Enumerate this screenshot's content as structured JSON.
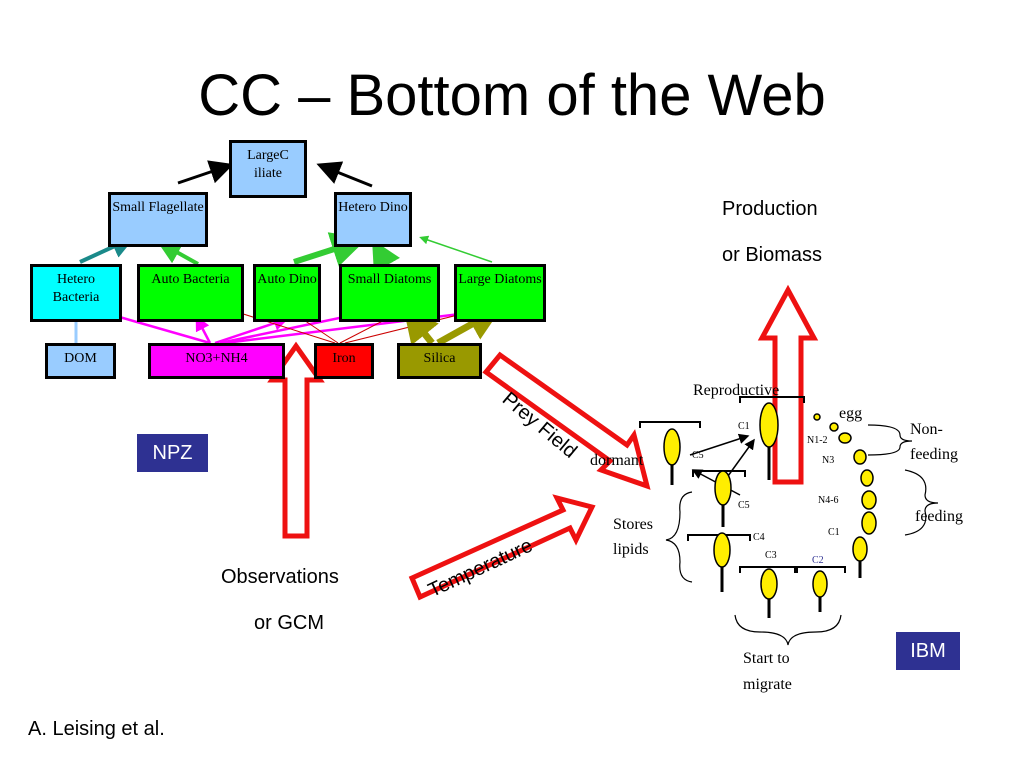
{
  "title": "CC – Bottom of the Web",
  "colors": {
    "light_blue": "#99ccff",
    "cyan": "#00ffff",
    "green": "#00ff00",
    "magenta": "#ff00ff",
    "red": "#ff0000",
    "olive": "#999900",
    "badge": "#2e3192"
  },
  "boxes": {
    "large_ciliate": "LargeC iliate",
    "small_flagellate": "Small Flagellate",
    "hetero_dino": "Hetero Dino",
    "hetero_bacteria": "Hetero Bacteria",
    "auto_bacteria": "Auto Bacteria",
    "auto_dino": "Auto Dino",
    "small_diatoms": "Small Diatoms",
    "large_diatoms": "Large Diatoms",
    "dom": "DOM",
    "no3_nh4": "NO3+NH4",
    "iron": "Iron",
    "silica": "Silica"
  },
  "labels": {
    "production_1": "Production",
    "production_2": "or Biomass",
    "observations_1": "Observations",
    "observations_2": "or GCM",
    "npz": "NPZ",
    "ibm": "IBM",
    "prey_field": "Prey Field",
    "temperature": "Temperature",
    "credit": "A. Leising et al."
  },
  "ibm": {
    "reproductive": "Reproductive",
    "egg": "egg",
    "non_feeding_1": "Non-",
    "non_feeding_2": "feeding",
    "feeding": "feeding",
    "dormant": "dormant",
    "stores_1": "Stores",
    "stores_2": "lipids",
    "start_1": "Start to",
    "start_2": "migrate",
    "stage_c1_top": "C1",
    "stage_c5_a": "C5",
    "stage_c5_b": "C5",
    "stage_c4": "C4",
    "stage_c3": "C3",
    "stage_c2": "C2",
    "stage_n12": "N1-2",
    "stage_n3": "N3",
    "stage_n46": "N4-6",
    "stage_c1_right": "C1"
  }
}
